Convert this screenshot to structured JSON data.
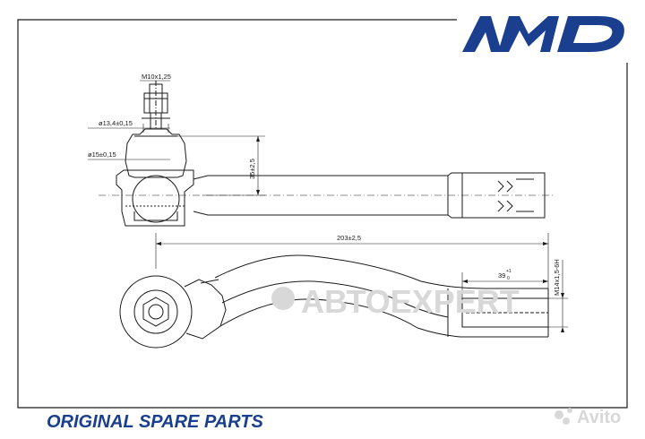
{
  "brand": {
    "logo_text": "AMD",
    "tagline": "ORIGINAL SPARE PARTS",
    "color": "#1b3f8f"
  },
  "watermark": {
    "center_text": "АВТОЕXPERT",
    "corner_text": "Avito"
  },
  "dimensions": {
    "thread_top": "M10x1,25",
    "dia_upper": "ø13,4±0,15",
    "dia_lower": "ø15±0,15",
    "height": "35±2,5",
    "length": "203±2,5",
    "thread_depth_base": "39",
    "thread_depth_sup": "+1",
    "thread_depth_sub": "0",
    "thread_end": "M14x1,5-6H"
  },
  "colors": {
    "line": "#1a1a1a",
    "brand": "#1b3f8f",
    "watermark": "#d8d8d8"
  }
}
